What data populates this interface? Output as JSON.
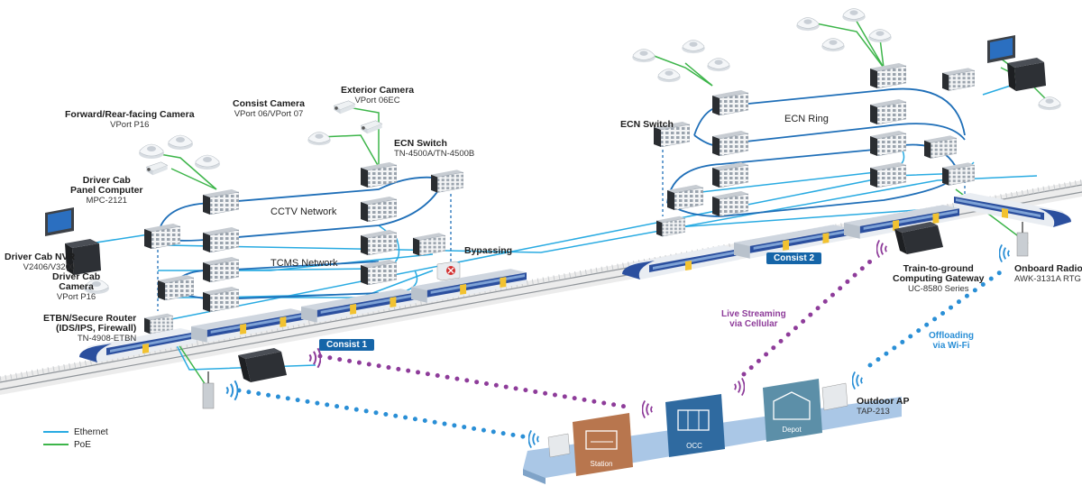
{
  "labels": {
    "forward_camera": {
      "title": "Forward/Rear-facing Camera",
      "model": "VPort P16"
    },
    "consist_camera": {
      "title": "Consist Camera",
      "model": "VPort 06/VPort 07"
    },
    "exterior_camera": {
      "title": "Exterior Camera",
      "model": "VPort 06EC"
    },
    "driver_panel": {
      "title_line1": "Driver Cab",
      "title_line2": "Panel Computer",
      "model": "MPC-2121"
    },
    "driver_nvr": {
      "title": "Driver Cab NVR",
      "model": "V2406/V3200"
    },
    "driver_camera": {
      "title_line1": "Driver Cab",
      "title_line2": "Camera",
      "model": "VPort P16"
    },
    "etbn_router": {
      "title_line1": "ETBN/Secure Router",
      "title_line2": "(IDS/IPS, Firewall)",
      "model": "TN-4908-ETBN"
    },
    "ecn_switch_left": {
      "title": "ECN Switch",
      "model": "TN-4500A/TN-4500B"
    },
    "ecn_switch_right": {
      "title": "ECN Switch"
    },
    "ecn_ring": "ECN Ring",
    "cctv_network": "CCTV Network",
    "tcms_network": "TCMS Network",
    "bypassing": "Bypassing",
    "consist1": "Consist 1",
    "consist2": "Consist 2",
    "gateway": {
      "title_line1": "Train-to-ground",
      "title_line2": "Computing Gateway",
      "model": "UC-8580 Series"
    },
    "onboard_radio": {
      "title": "Onboard Radio",
      "model": "AWK-3131A RTG"
    },
    "live_streaming": {
      "line1": "Live Streaming",
      "line2": "via Cellular"
    },
    "offloading": {
      "line1": "Offloading",
      "line2": "via Wi-Fi"
    },
    "outdoor_ap": {
      "title": "Outdoor AP",
      "model": "TAP-213"
    },
    "station": "Station",
    "occ": "OCC",
    "depot": "Depot"
  },
  "legend": {
    "ethernet": {
      "label": "Ethernet",
      "color": "#29abe2"
    },
    "poe": {
      "label": "PoE",
      "color": "#3db54a"
    }
  },
  "colors": {
    "ring_blue": "#1f6fb8",
    "wifi_blue": "#2a8fd6",
    "cellular_purple": "#8e3c9a",
    "train_blue": "#2b4f9e",
    "train_yellow": "#f2c230",
    "platform": "#aac7e6",
    "station_tile": "#b8764e",
    "occ_tile": "#2f6aa0",
    "depot_tile": "#5c8fa8"
  }
}
